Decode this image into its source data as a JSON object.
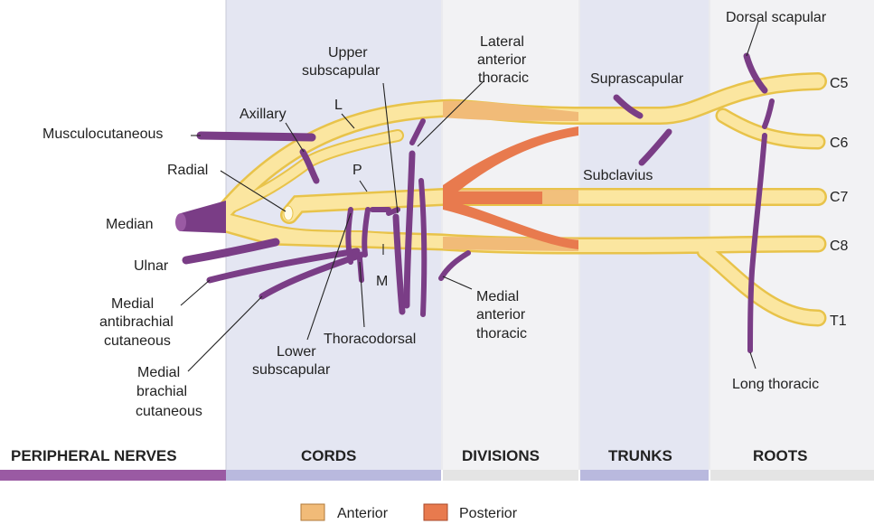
{
  "sections": {
    "peripheral": "PERIPHERAL NERVES",
    "cords": "CORDS",
    "divisions": "DIVISIONS",
    "trunks": "TRUNKS",
    "roots": "ROOTS"
  },
  "roots": [
    "C5",
    "C6",
    "C7",
    "C8",
    "T1"
  ],
  "cord_letters": {
    "lateral": "L",
    "posterior": "P",
    "medial": "M"
  },
  "labels": {
    "dorsal_scapular": "Dorsal scapular",
    "upper_subscapular_1": "Upper",
    "upper_subscapular_2": "subscapular",
    "lateral_anterior_1": "Lateral",
    "lateral_anterior_2": "anterior",
    "lateral_anterior_3": "thoracic",
    "suprascapular": "Suprascapular",
    "axillary": "Axillary",
    "musculocutaneous": "Musculocutaneous",
    "radial": "Radial",
    "subclavius": "Subclavius",
    "median": "Median",
    "ulnar": "Ulnar",
    "medial_antibrachial_1": "Medial",
    "medial_antibrachial_2": "antibrachial",
    "medial_antibrachial_3": "cutaneous",
    "medial_brachial_1": "Medial",
    "medial_brachial_2": "brachial",
    "medial_brachial_3": "cutaneous",
    "lower_subscapular_1": "Lower",
    "lower_subscapular_2": "subscapular",
    "thoracodorsal": "Thoracodorsal",
    "medial_anterior_1": "Medial",
    "medial_anterior_2": "anterior",
    "medial_anterior_3": "thoracic",
    "long_thoracic": "Long thoracic"
  },
  "legend": {
    "anterior": "Anterior",
    "posterior": "Posterior"
  },
  "colors": {
    "nerve_fill": "#fbe6a0",
    "nerve_outline": "#e8c34a",
    "anterior_division": "#f1bb78",
    "posterior_division": "#e87a4e",
    "peripheral_branch": "#7a3d86",
    "panel_shade": "#e4e6f2",
    "peripheral_bar": "#9a5aa3",
    "cords_bar": "#b9b9de",
    "divisions_bar": "#e4e4e4"
  }
}
